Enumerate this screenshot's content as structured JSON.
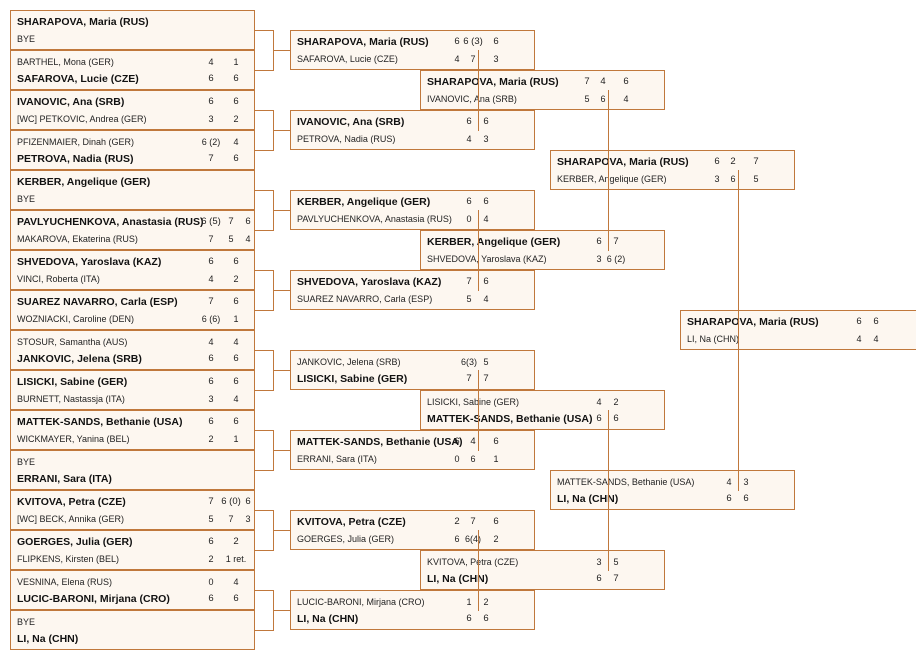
{
  "rounds": [
    [
      {
        "p1": {
          "name": "SHARAPOVA, Maria (RUS)",
          "win": true,
          "scores": []
        },
        "p2": {
          "name": "BYE",
          "win": false,
          "scores": []
        }
      },
      {
        "p1": {
          "name": "BARTHEL, Mona (GER)",
          "win": false,
          "scores": [
            "4",
            "1"
          ]
        },
        "p2": {
          "name": "SAFAROVA, Lucie (CZE)",
          "win": true,
          "scores": [
            "6",
            "6"
          ]
        }
      },
      {
        "p1": {
          "name": "IVANOVIC, Ana (SRB)",
          "win": true,
          "scores": [
            "6",
            "6"
          ]
        },
        "p2": {
          "name": "[WC] PETKOVIC, Andrea (GER)",
          "win": false,
          "scores": [
            "3",
            "2"
          ]
        }
      },
      {
        "p1": {
          "name": "PFIZENMAIER, Dinah (GER)",
          "win": false,
          "scores": [
            "6 (2)",
            "4"
          ]
        },
        "p2": {
          "name": "PETROVA, Nadia (RUS)",
          "win": true,
          "scores": [
            "7",
            "6"
          ]
        }
      },
      {
        "p1": {
          "name": "KERBER, Angelique (GER)",
          "win": true,
          "scores": []
        },
        "p2": {
          "name": "BYE",
          "win": false,
          "scores": []
        }
      },
      {
        "p1": {
          "name": "PAVLYUCHENKOVA, Anastasia (RUS)",
          "win": true,
          "scores": [
            "6 (5)",
            "7",
            "6"
          ]
        },
        "p2": {
          "name": "MAKAROVA, Ekaterina (RUS)",
          "win": false,
          "scores": [
            "7",
            "5",
            "4"
          ]
        }
      },
      {
        "p1": {
          "name": "SHVEDOVA, Yaroslava (KAZ)",
          "win": true,
          "scores": [
            "6",
            "6"
          ]
        },
        "p2": {
          "name": "VINCI, Roberta (ITA)",
          "win": false,
          "scores": [
            "4",
            "2"
          ]
        }
      },
      {
        "p1": {
          "name": "SUAREZ NAVARRO, Carla (ESP)",
          "win": true,
          "scores": [
            "7",
            "6"
          ]
        },
        "p2": {
          "name": "WOZNIACKI, Caroline (DEN)",
          "win": false,
          "scores": [
            "6 (6)",
            "1"
          ]
        }
      },
      {
        "p1": {
          "name": "STOSUR, Samantha (AUS)",
          "win": false,
          "scores": [
            "4",
            "4"
          ]
        },
        "p2": {
          "name": "JANKOVIC, Jelena (SRB)",
          "win": true,
          "scores": [
            "6",
            "6"
          ]
        }
      },
      {
        "p1": {
          "name": "LISICKI, Sabine (GER)",
          "win": true,
          "scores": [
            "6",
            "6"
          ]
        },
        "p2": {
          "name": "BURNETT, Nastassja (ITA)",
          "win": false,
          "scores": [
            "3",
            "4"
          ]
        }
      },
      {
        "p1": {
          "name": "MATTEK-SANDS, Bethanie (USA)",
          "win": true,
          "scores": [
            "6",
            "6"
          ]
        },
        "p2": {
          "name": "WICKMAYER, Yanina (BEL)",
          "win": false,
          "scores": [
            "2",
            "1"
          ]
        }
      },
      {
        "p1": {
          "name": "BYE",
          "win": false,
          "scores": []
        },
        "p2": {
          "name": "ERRANI, Sara (ITA)",
          "win": true,
          "scores": []
        }
      },
      {
        "p1": {
          "name": "KVITOVA, Petra (CZE)",
          "win": true,
          "scores": [
            "7",
            "6 (0)",
            "6"
          ]
        },
        "p2": {
          "name": "[WC] BECK, Annika (GER)",
          "win": false,
          "scores": [
            "5",
            "7",
            "3"
          ]
        }
      },
      {
        "p1": {
          "name": "GOERGES, Julia (GER)",
          "win": true,
          "scores": [
            "6",
            "2"
          ]
        },
        "p2": {
          "name": "FLIPKENS, Kirsten (BEL)",
          "win": false,
          "scores": [
            "2",
            "1 ret."
          ]
        }
      },
      {
        "p1": {
          "name": "VESNINA, Elena (RUS)",
          "win": false,
          "scores": [
            "0",
            "4"
          ]
        },
        "p2": {
          "name": "LUCIC-BARONI, Mirjana (CRO)",
          "win": true,
          "scores": [
            "6",
            "6"
          ]
        }
      },
      {
        "p1": {
          "name": "BYE",
          "win": false,
          "scores": []
        },
        "p2": {
          "name": "LI, Na (CHN)",
          "win": true,
          "scores": []
        }
      }
    ],
    [
      {
        "p1": {
          "name": "SHARAPOVA, Maria (RUS)",
          "win": true,
          "scores": [
            "6",
            "6 (3)",
            "6"
          ]
        },
        "p2": {
          "name": "SAFAROVA, Lucie (CZE)",
          "win": false,
          "scores": [
            "4",
            "7",
            "3"
          ]
        }
      },
      {
        "p1": {
          "name": "IVANOVIC, Ana (SRB)",
          "win": true,
          "scores": [
            "6",
            "6"
          ]
        },
        "p2": {
          "name": "PETROVA, Nadia (RUS)",
          "win": false,
          "scores": [
            "4",
            "3"
          ]
        }
      },
      {
        "p1": {
          "name": "KERBER, Angelique (GER)",
          "win": true,
          "scores": [
            "6",
            "6"
          ]
        },
        "p2": {
          "name": "PAVLYUCHENKOVA, Anastasia (RUS)",
          "win": false,
          "scores": [
            "0",
            "4"
          ]
        }
      },
      {
        "p1": {
          "name": "SHVEDOVA, Yaroslava (KAZ)",
          "win": true,
          "scores": [
            "7",
            "6"
          ]
        },
        "p2": {
          "name": "SUAREZ NAVARRO, Carla (ESP)",
          "win": false,
          "scores": [
            "5",
            "4"
          ]
        }
      },
      {
        "p1": {
          "name": "JANKOVIC, Jelena (SRB)",
          "win": false,
          "scores": [
            "6(3)",
            "5"
          ]
        },
        "p2": {
          "name": "LISICKI, Sabine (GER)",
          "win": true,
          "scores": [
            "7",
            "7"
          ]
        }
      },
      {
        "p1": {
          "name": "MATTEK-SANDS, Bethanie (USA)",
          "win": true,
          "scores": [
            "6",
            "4",
            "6"
          ]
        },
        "p2": {
          "name": "ERRANI, Sara (ITA)",
          "win": false,
          "scores": [
            "0",
            "6",
            "1"
          ]
        }
      },
      {
        "p1": {
          "name": "KVITOVA, Petra (CZE)",
          "win": true,
          "scores": [
            "2",
            "7",
            "6"
          ]
        },
        "p2": {
          "name": "GOERGES, Julia (GER)",
          "win": false,
          "scores": [
            "6",
            "6(4)",
            "2"
          ]
        }
      },
      {
        "p1": {
          "name": "LUCIC-BARONI, Mirjana (CRO)",
          "win": false,
          "scores": [
            "1",
            "2"
          ]
        },
        "p2": {
          "name": "LI, Na (CHN)",
          "win": true,
          "scores": [
            "6",
            "6"
          ]
        }
      }
    ],
    [
      {
        "p1": {
          "name": "SHARAPOVA, Maria (RUS)",
          "win": true,
          "scores": [
            "7",
            "4",
            "6"
          ]
        },
        "p2": {
          "name": "IVANOVIC, Ana (SRB)",
          "win": false,
          "scores": [
            "5",
            "6",
            "4"
          ]
        }
      },
      {
        "p1": {
          "name": "KERBER, Angelique (GER)",
          "win": true,
          "scores": [
            "6",
            "7"
          ]
        },
        "p2": {
          "name": "SHVEDOVA, Yaroslava (KAZ)",
          "win": false,
          "scores": [
            "3",
            "6 (2)"
          ]
        }
      },
      {
        "p1": {
          "name": "LISICKI, Sabine (GER)",
          "win": false,
          "scores": [
            "4",
            "2"
          ]
        },
        "p2": {
          "name": "MATTEK-SANDS, Bethanie (USA)",
          "win": true,
          "scores": [
            "6",
            "6"
          ]
        }
      },
      {
        "p1": {
          "name": "KVITOVA, Petra (CZE)",
          "win": false,
          "scores": [
            "3",
            "5"
          ]
        },
        "p2": {
          "name": "LI, Na (CHN)",
          "win": true,
          "scores": [
            "6",
            "7"
          ]
        }
      }
    ],
    [
      {
        "p1": {
          "name": "SHARAPOVA, Maria (RUS)",
          "win": true,
          "scores": [
            "6",
            "2",
            "7"
          ]
        },
        "p2": {
          "name": "KERBER, Angelique (GER)",
          "win": false,
          "scores": [
            "3",
            "6",
            "5"
          ]
        }
      },
      {
        "p1": {
          "name": "MATTEK-SANDS, Bethanie (USA)",
          "win": false,
          "scores": [
            "4",
            "3"
          ]
        },
        "p2": {
          "name": "LI, Na (CHN)",
          "win": true,
          "scores": [
            "6",
            "6"
          ]
        }
      }
    ],
    [
      {
        "p1": {
          "name": "SHARAPOVA, Maria (RUS)",
          "win": true,
          "scores": [
            "6",
            "6"
          ]
        },
        "p2": {
          "name": "LI, Na (CHN)",
          "win": false,
          "scores": [
            "4",
            "4"
          ]
        }
      }
    ]
  ],
  "colors": {
    "border": "#c0783c",
    "box_fill": "#fdf7f0",
    "text": "#222222"
  }
}
